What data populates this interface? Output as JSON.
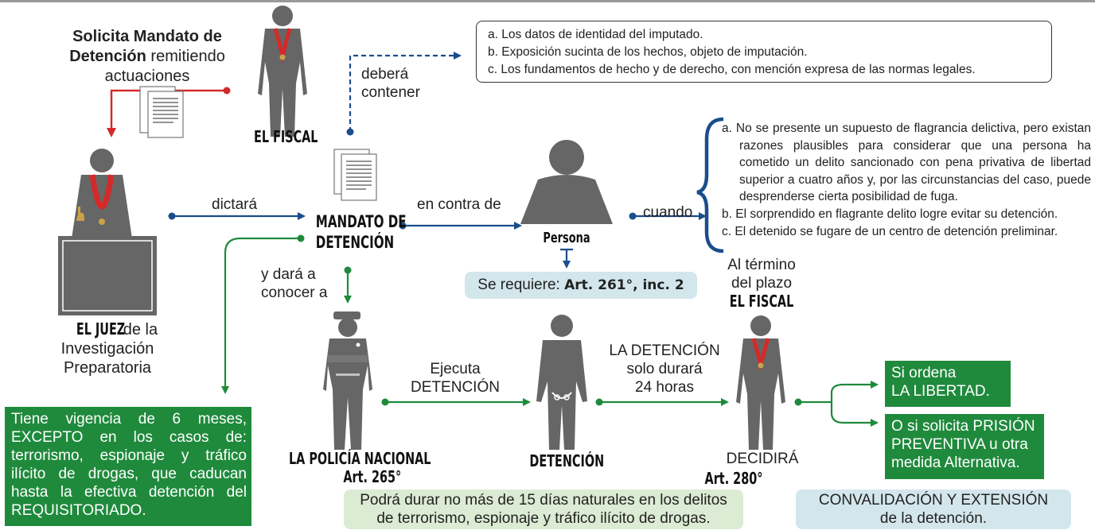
{
  "colors": {
    "blue": "#1a4d8c",
    "red": "#d42a2a",
    "green": "#1f8a3c",
    "silhouette": "#666666",
    "light_blue": "#d3e6ec",
    "light_green": "#dcebd3"
  },
  "solicita": {
    "bold1": "Solicita Mandato de",
    "bold2": "Detención",
    "rest2": " remitiendo",
    "line3": "actuaciones"
  },
  "fiscal_top": "EL FISCAL",
  "debera": {
    "l1": "deberá",
    "l2": "contener"
  },
  "contenido": [
    "a. Los datos de identidad del imputado.",
    "b. Exposición sucinta de los hechos, objeto de imputación.",
    "c. Los fundamentos de hecho y de derecho, con mención expresa de las normas legales."
  ],
  "dictara": "dictará",
  "mandato": {
    "l1": "MANDATO DE",
    "l2": "DETENCIÓN"
  },
  "en_contra_de": "en contra de",
  "persona": "Persona",
  "cuando": "cuando",
  "condiciones": [
    "a. No se presente un supuesto de flagrancia delictiva, pero existan razones plausibles para considerar que una persona ha cometido un delito sancionado con pena privativa de libertad superior a cuatro años y, por las circunstancias del caso, puede desprenderse cierta posibilidad de fuga.",
    "b. El sorprendido en flagrante delito logre evitar su detención.",
    "c. El detenido se fugare de un centro de detención preliminar."
  ],
  "se_requiere": {
    "label": "Se requiere: ",
    "art": "Art. 261°, inc. 2"
  },
  "juez": {
    "bold": "EL JUEZ",
    "l1rest": " de la",
    "l2": "Investigación",
    "l3": "Preparatoria"
  },
  "y_dara": {
    "l1": "y dará a",
    "l2": "conocer a"
  },
  "al_termino": {
    "l1": "Al término",
    "l2": "del plazo",
    "l3": "EL FISCAL"
  },
  "policia": {
    "name": "LA POLICÍA NACIONAL",
    "art": "Art. 265°"
  },
  "ejecuta": {
    "l1": "Ejecuta",
    "l2": "DETENCIÓN"
  },
  "detencion_label": "DETENCIÓN",
  "duracion": {
    "l1": "LA DETENCIÓN",
    "l2": "solo durará",
    "l3": "24 horas"
  },
  "decidira": "DECIDIRÁ",
  "art280": "Art. 280°",
  "vigencia": [
    "Tiene vigencia de 6 meses,",
    "EXCEPTO en los casos de:",
    "terrorismo, espionaje y tráfico",
    "ilícito de drogas, que caducan",
    "hasta la efectiva detención del",
    "REQUISITORIADO."
  ],
  "podra": {
    "l1": "Podrá durar no más de 15 días naturales en los delitos",
    "l2": "de terrorismo, espionaje y tráfico ilícito de drogas."
  },
  "libertad": {
    "l1": "Si ordena",
    "l2": "LA LIBERTAD."
  },
  "prision": {
    "l1": "O si solicita PRISIÓN",
    "l2": "PREVENTIVA u otra",
    "l3": "medida Alternativa."
  },
  "convalidacion": {
    "l1": "CONVALIDACIÓN Y EXTENSIÓN",
    "l2": "de la detención."
  }
}
